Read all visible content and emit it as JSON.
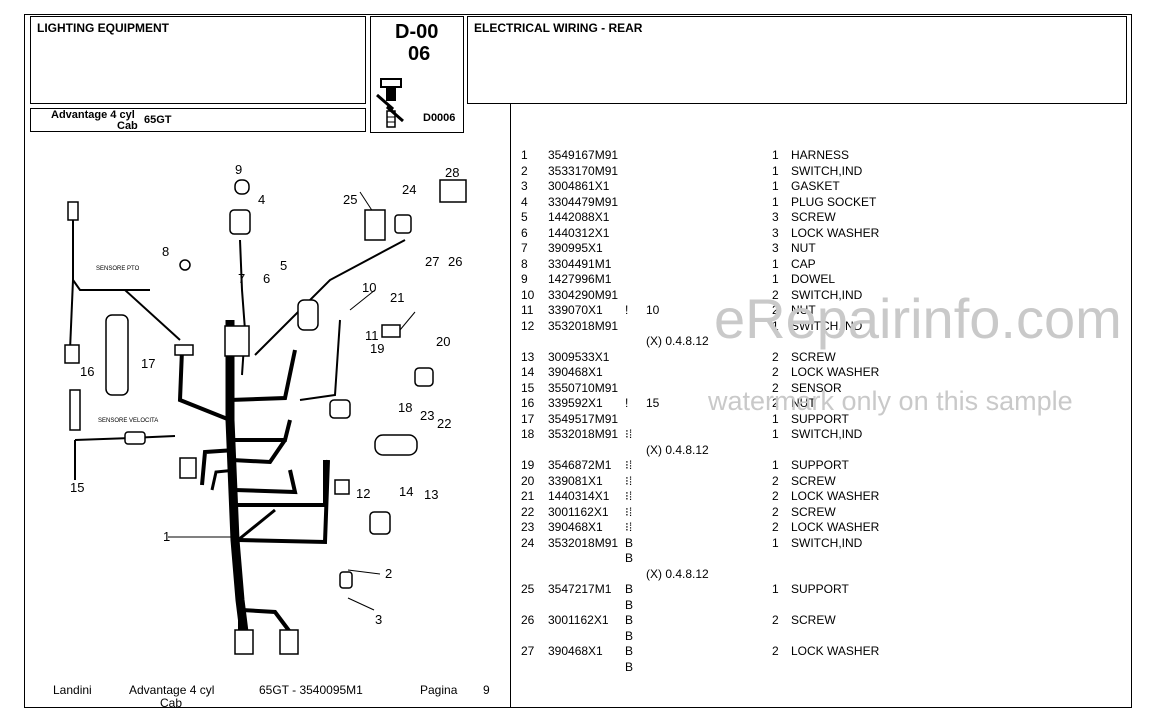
{
  "header": {
    "section_title": "LIGHTING EQUIPMENT",
    "code_top": "D-00",
    "code_bottom": "06",
    "drawing_code": "D0006",
    "model_line1": "Advantage 4 cyl",
    "model_line2": "Cab",
    "model_variant": "65GT",
    "group_title": "ELECTRICAL WIRING - REAR"
  },
  "diagram": {
    "label_sensor_pto": "SENSORE PTO",
    "label_sensor_speed": "SENSORE VELOCITA",
    "callouts": [
      "1",
      "2",
      "3",
      "4",
      "5",
      "6",
      "7",
      "8",
      "9",
      "10",
      "11",
      "12",
      "13",
      "14",
      "15",
      "16",
      "17",
      "18",
      "19",
      "20",
      "21",
      "22",
      "23",
      "24",
      "25",
      "26",
      "27",
      "28"
    ]
  },
  "parts": [
    {
      "num": "1",
      "part": "3549167M91",
      "flag": "",
      "note": "",
      "qty": "1",
      "desc": "HARNESS"
    },
    {
      "num": "2",
      "part": "3533170M91",
      "flag": "",
      "note": "",
      "qty": "1",
      "desc": "SWITCH,IND"
    },
    {
      "num": "3",
      "part": "3004861X1",
      "flag": "",
      "note": "",
      "qty": "1",
      "desc": "GASKET"
    },
    {
      "num": "4",
      "part": "3304479M91",
      "flag": "",
      "note": "",
      "qty": "1",
      "desc": "PLUG SOCKET"
    },
    {
      "num": "5",
      "part": "1442088X1",
      "flag": "",
      "note": "",
      "qty": "3",
      "desc": "SCREW"
    },
    {
      "num": "6",
      "part": "1440312X1",
      "flag": "",
      "note": "",
      "qty": "3",
      "desc": "LOCK WASHER"
    },
    {
      "num": "7",
      "part": "390995X1",
      "flag": "",
      "note": "",
      "qty": "3",
      "desc": "NUT"
    },
    {
      "num": "8",
      "part": "3304491M1",
      "flag": "",
      "note": "",
      "qty": "1",
      "desc": "CAP"
    },
    {
      "num": "9",
      "part": "1427996M1",
      "flag": "",
      "note": "",
      "qty": "1",
      "desc": "DOWEL"
    },
    {
      "num": "10",
      "part": "3304290M91",
      "flag": "",
      "note": "",
      "qty": "2",
      "desc": "SWITCH,IND"
    },
    {
      "num": "11",
      "part": "339070X1",
      "flag": "!",
      "note": "10",
      "qty": "2",
      "desc": "NUT"
    },
    {
      "num": "12",
      "part": "3532018M91",
      "flag": "",
      "note": "",
      "qty": "1",
      "desc": "SWITCH,IND"
    },
    {
      "num": "",
      "part": "",
      "flag": "",
      "note": "(X) 0.4.8.12",
      "qty": "",
      "desc": ""
    },
    {
      "num": "13",
      "part": "3009533X1",
      "flag": "",
      "note": "",
      "qty": "2",
      "desc": "SCREW"
    },
    {
      "num": "14",
      "part": "390468X1",
      "flag": "",
      "note": "",
      "qty": "2",
      "desc": "LOCK WASHER"
    },
    {
      "num": "15",
      "part": "3550710M91",
      "flag": "",
      "note": "",
      "qty": "2",
      "desc": "SENSOR"
    },
    {
      "num": "16",
      "part": "339592X1",
      "flag": "!",
      "note": "15",
      "qty": "2",
      "desc": "NUT"
    },
    {
      "num": "17",
      "part": "3549517M91",
      "flag": "",
      "note": "",
      "qty": "1",
      "desc": "SUPPORT"
    },
    {
      "num": "18",
      "part": "3532018M91",
      "flag": "⁝⁞",
      "note": "",
      "qty": "1",
      "desc": "SWITCH,IND"
    },
    {
      "num": "",
      "part": "",
      "flag": "",
      "note": "(X) 0.4.8.12",
      "qty": "",
      "desc": ""
    },
    {
      "num": "19",
      "part": "3546872M1",
      "flag": "⁝⁞",
      "note": "",
      "qty": "1",
      "desc": "SUPPORT"
    },
    {
      "num": "20",
      "part": "339081X1",
      "flag": "⁝⁞",
      "note": "",
      "qty": "2",
      "desc": "SCREW"
    },
    {
      "num": "21",
      "part": "1440314X1",
      "flag": "⁝⁞",
      "note": "",
      "qty": "2",
      "desc": "LOCK WASHER"
    },
    {
      "num": "22",
      "part": "3001162X1",
      "flag": "⁝⁞",
      "note": "",
      "qty": "2",
      "desc": "SCREW"
    },
    {
      "num": "23",
      "part": "390468X1",
      "flag": "⁝⁞",
      "note": "",
      "qty": "2",
      "desc": "LOCK WASHER"
    },
    {
      "num": "24",
      "part": "3532018M91",
      "flag": "B",
      "note": "",
      "qty": "1",
      "desc": "SWITCH,IND"
    },
    {
      "num": "",
      "part": "",
      "flag": "B",
      "note": "",
      "qty": "",
      "desc": ""
    },
    {
      "num": "",
      "part": "",
      "flag": "",
      "note": "(X) 0.4.8.12",
      "qty": "",
      "desc": ""
    },
    {
      "num": "25",
      "part": "3547217M1",
      "flag": "B",
      "note": "",
      "qty": "1",
      "desc": "SUPPORT"
    },
    {
      "num": "",
      "part": "",
      "flag": "B",
      "note": "",
      "qty": "",
      "desc": ""
    },
    {
      "num": "26",
      "part": "3001162X1",
      "flag": "B",
      "note": "",
      "qty": "2",
      "desc": "SCREW"
    },
    {
      "num": "",
      "part": "",
      "flag": "B",
      "note": "",
      "qty": "",
      "desc": ""
    },
    {
      "num": "27",
      "part": "390468X1",
      "flag": "B",
      "note": "",
      "qty": "2",
      "desc": "LOCK WASHER"
    },
    {
      "num": "",
      "part": "",
      "flag": "B",
      "note": "",
      "qty": "",
      "desc": ""
    }
  ],
  "footer": {
    "brand": "Landini",
    "model_line1": "Advantage 4 cyl",
    "model_line2": "Cab",
    "ref": "65GT - 3540095M1",
    "page_label": "Pagina",
    "page_number": "9"
  },
  "watermark": {
    "main": "eRepairinfo.com",
    "sub": "watermark only on this sample"
  }
}
